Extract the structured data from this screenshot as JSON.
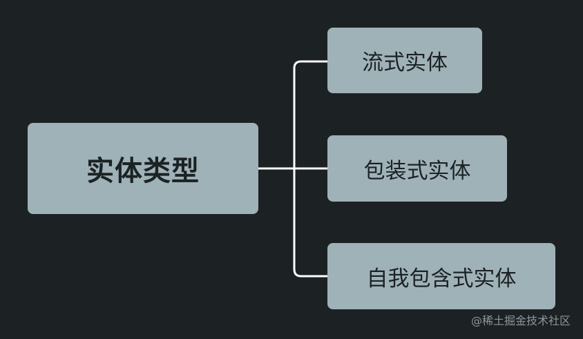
{
  "diagram": {
    "root": {
      "label": "实体类型"
    },
    "children": [
      {
        "label": "流式实体"
      },
      {
        "label": "包装式实体"
      },
      {
        "label": "自我包含式实体"
      }
    ],
    "colors": {
      "background": "#1c2224",
      "node_fill": "#9fb2b8",
      "node_text": "#1b2224",
      "connector": "#ffffff"
    }
  },
  "watermark": "@稀土掘金技术社区"
}
